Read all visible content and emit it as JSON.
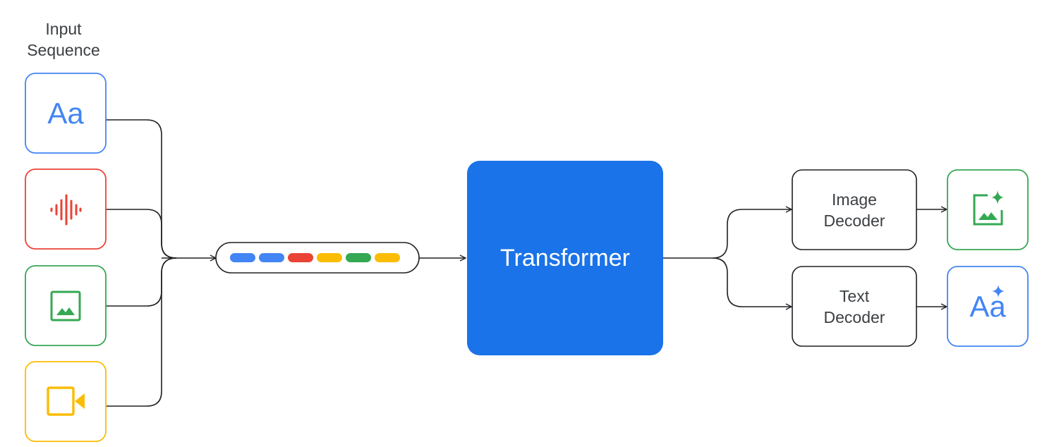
{
  "input": {
    "title_line1": "Input",
    "title_line2": "Sequence",
    "text_glyph": "Aa",
    "items": [
      {
        "kind": "text",
        "icon": "text-aa-icon",
        "color": "#4285f4"
      },
      {
        "kind": "audio",
        "icon": "audio-waveform-icon",
        "color": "#ea4335"
      },
      {
        "kind": "image",
        "icon": "image-icon",
        "color": "#34a853"
      },
      {
        "kind": "video",
        "icon": "video-camera-icon",
        "color": "#fbbc04"
      }
    ]
  },
  "tokens": {
    "colors": [
      "#4285f4",
      "#4285f4",
      "#ea4335",
      "#fbbc04",
      "#34a853",
      "#fbbc04"
    ]
  },
  "transformer": {
    "label": "Transformer",
    "color": "#1a73e8"
  },
  "decoders": {
    "image": {
      "line1": "Image",
      "line2": "Decoder"
    },
    "text": {
      "line1": "Text",
      "line2": "Decoder"
    }
  },
  "outputs": {
    "image": {
      "icon": "generated-image-icon",
      "color": "#34a853"
    },
    "text": {
      "icon": "generated-text-icon",
      "glyph": "Aa",
      "color": "#4285f4"
    }
  },
  "colors": {
    "line": "#202124",
    "text": "#3c4043",
    "blue": "#4285f4",
    "red": "#ea4335",
    "green": "#34a853",
    "yellow": "#fbbc04",
    "transformer": "#1a73e8"
  }
}
